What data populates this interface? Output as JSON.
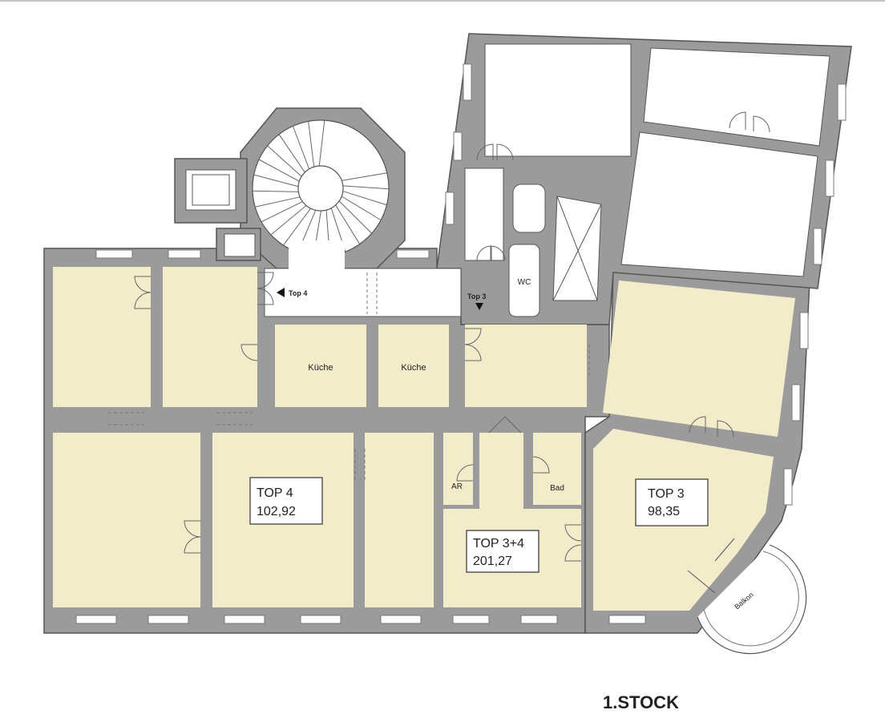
{
  "floor_title": "1.STOCK",
  "units": [
    {
      "name": "TOP 4",
      "area": "102,92"
    },
    {
      "name": "TOP 3+4",
      "area": "201,27"
    },
    {
      "name": "TOP 3",
      "area": "98,35"
    }
  ],
  "room_labels": {
    "kueche_1": "Küche",
    "kueche_2": "Küche",
    "wc": "WC",
    "ar": "AR",
    "bad": "Bad",
    "balkon": "Balkon"
  },
  "entrances": {
    "top4": "Top 4",
    "top3": "Top 3"
  },
  "colors": {
    "room_fill": "#f2eccb",
    "wall_fill": "#9b9b9b",
    "hall_fill": "#ffffff"
  }
}
